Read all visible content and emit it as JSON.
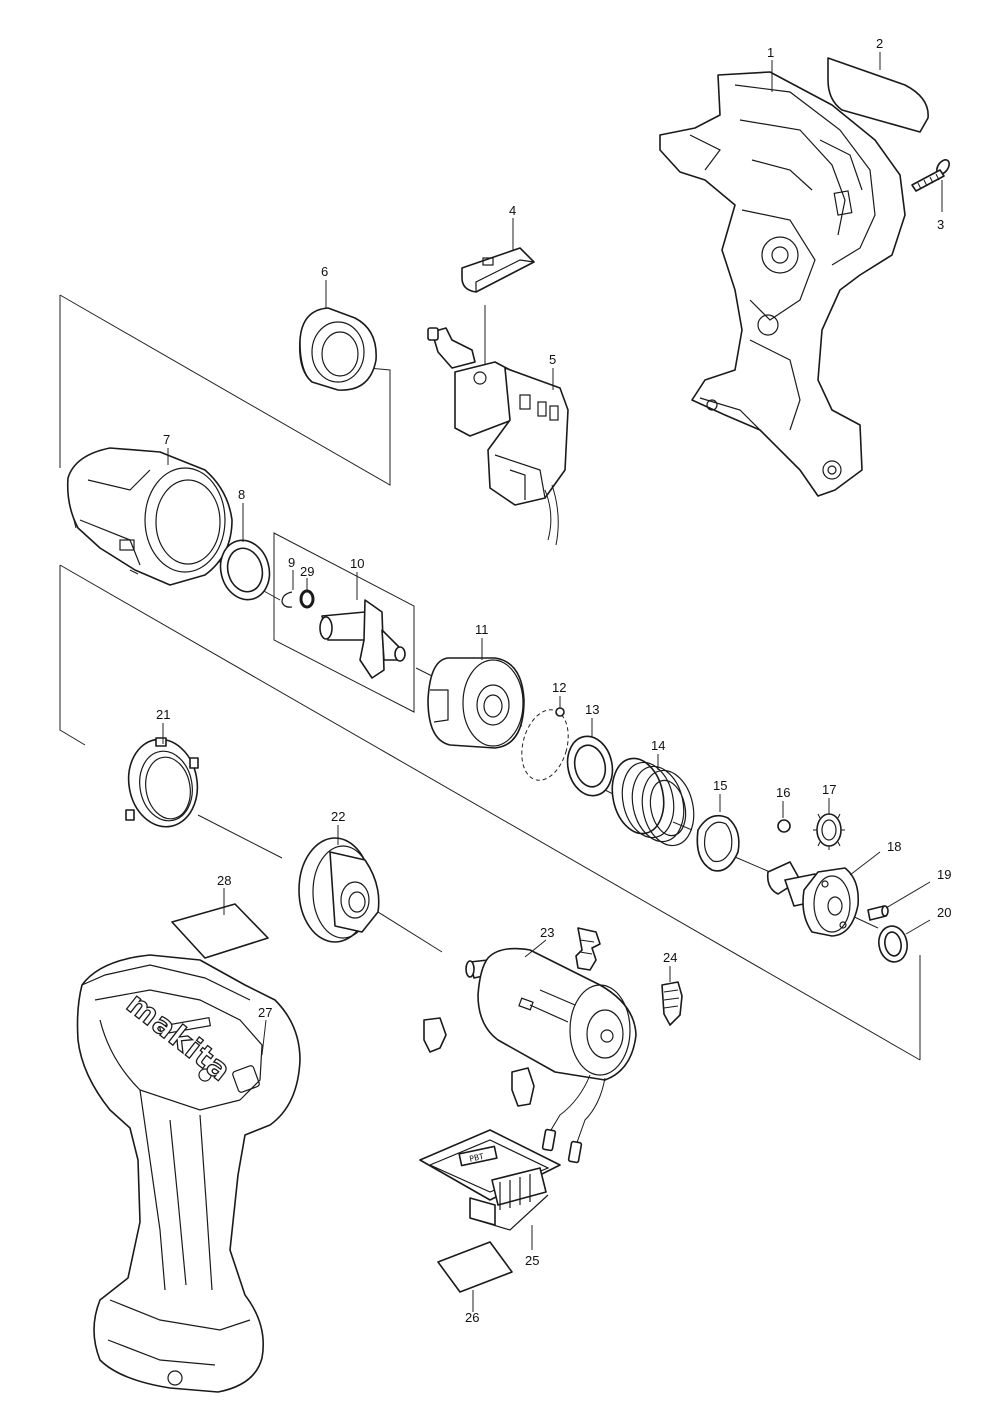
{
  "diagram": {
    "brand_logo": "makita",
    "heatsink_chip_text": "PBT",
    "callouts": [
      {
        "id": "c1",
        "number": "1"
      },
      {
        "id": "c2",
        "number": "2"
      },
      {
        "id": "c3",
        "number": "3"
      },
      {
        "id": "c4",
        "number": "4"
      },
      {
        "id": "c5",
        "number": "5"
      },
      {
        "id": "c6",
        "number": "6"
      },
      {
        "id": "c7",
        "number": "7"
      },
      {
        "id": "c8",
        "number": "8"
      },
      {
        "id": "c9",
        "number": "9"
      },
      {
        "id": "c10",
        "number": "10"
      },
      {
        "id": "c11",
        "number": "11"
      },
      {
        "id": "c12",
        "number": "12"
      },
      {
        "id": "c13",
        "number": "13"
      },
      {
        "id": "c14",
        "number": "14"
      },
      {
        "id": "c15",
        "number": "15"
      },
      {
        "id": "c16",
        "number": "16"
      },
      {
        "id": "c17",
        "number": "17"
      },
      {
        "id": "c18",
        "number": "18"
      },
      {
        "id": "c19",
        "number": "19"
      },
      {
        "id": "c20",
        "number": "20"
      },
      {
        "id": "c21",
        "number": "21"
      },
      {
        "id": "c22",
        "number": "22"
      },
      {
        "id": "c23",
        "number": "23"
      },
      {
        "id": "c24",
        "number": "24"
      },
      {
        "id": "c25",
        "number": "25"
      },
      {
        "id": "c26",
        "number": "26"
      },
      {
        "id": "c27",
        "number": "27"
      },
      {
        "id": "c28",
        "number": "28"
      },
      {
        "id": "c29",
        "number": "29"
      }
    ]
  }
}
